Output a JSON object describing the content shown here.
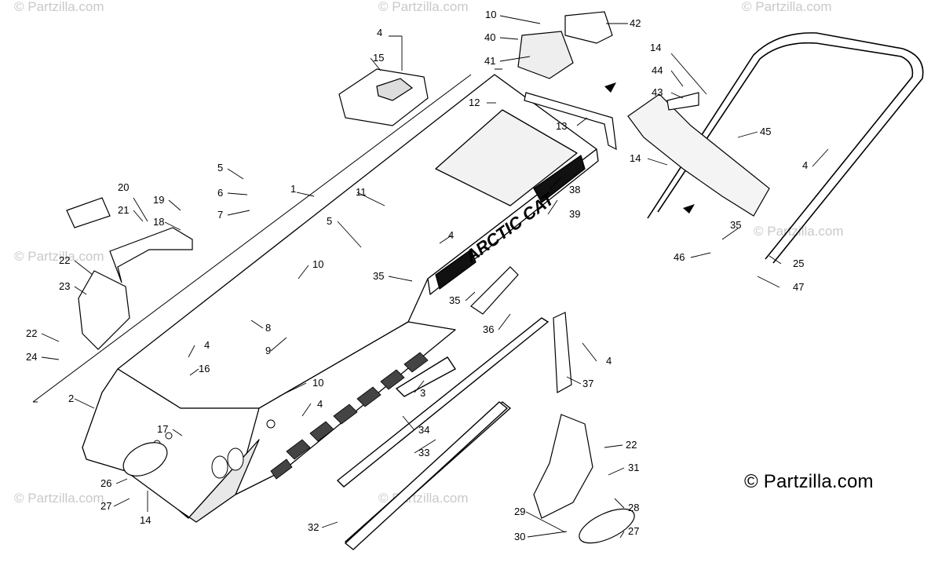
{
  "diagram": {
    "copyright": "© Partzilla.com",
    "watermark": "© Partzilla.com",
    "logo_text": "ARCTIC CAT",
    "callouts": [
      "1",
      "2",
      "3",
      "4",
      "5",
      "6",
      "7",
      "8",
      "9",
      "10",
      "11",
      "12",
      "13",
      "14",
      "15",
      "16",
      "17",
      "18",
      "19",
      "20",
      "21",
      "22",
      "23",
      "24",
      "25",
      "26",
      "27",
      "28",
      "29",
      "30",
      "31",
      "32",
      "33",
      "34",
      "35",
      "36",
      "37",
      "38",
      "39",
      "40",
      "41",
      "42",
      "43",
      "44",
      "45",
      "46",
      "47"
    ]
  }
}
